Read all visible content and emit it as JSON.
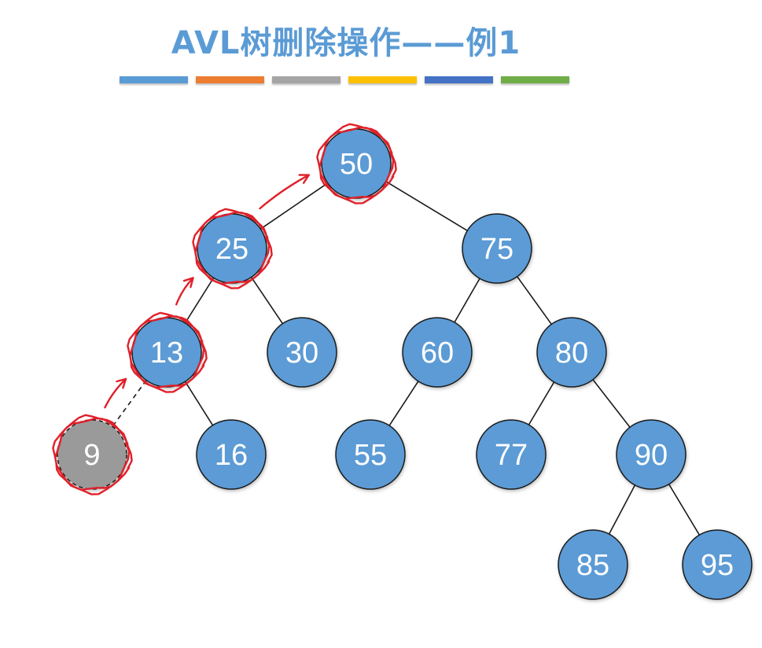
{
  "title": "AVL树删除操作——例1",
  "color_bar": [
    "#5b9bd5",
    "#ed7d31",
    "#a5a5a5",
    "#ffc000",
    "#4472c4",
    "#70ad47"
  ],
  "colors": {
    "node_fill": "#5b9bd5",
    "node_stroke": "#1a1a1a",
    "deleted_fill": "#9a9a9a",
    "node_text": "#ffffff",
    "annotation": "#e0202a",
    "edge": "#1a1a1a"
  },
  "tree": {
    "nodes": [
      {
        "id": "n50",
        "label": "50",
        "circled": true
      },
      {
        "id": "n25",
        "label": "25",
        "circled": true
      },
      {
        "id": "n75",
        "label": "75"
      },
      {
        "id": "n13",
        "label": "13",
        "circled": true
      },
      {
        "id": "n30",
        "label": "30"
      },
      {
        "id": "n60",
        "label": "60"
      },
      {
        "id": "n80",
        "label": "80"
      },
      {
        "id": "n9",
        "label": "9",
        "deleted": true,
        "circled": true
      },
      {
        "id": "n16",
        "label": "16"
      },
      {
        "id": "n55",
        "label": "55"
      },
      {
        "id": "n77",
        "label": "77"
      },
      {
        "id": "n90",
        "label": "90"
      },
      {
        "id": "n85",
        "label": "85"
      },
      {
        "id": "n95",
        "label": "95"
      }
    ],
    "edges": [
      [
        "n50",
        "n25"
      ],
      [
        "n50",
        "n75"
      ],
      [
        "n25",
        "n13"
      ],
      [
        "n25",
        "n30"
      ],
      [
        "n75",
        "n60"
      ],
      [
        "n75",
        "n80"
      ],
      [
        "n13",
        "n9",
        "dashed"
      ],
      [
        "n13",
        "n16"
      ],
      [
        "n60",
        "n55"
      ],
      [
        "n80",
        "n77"
      ],
      [
        "n80",
        "n90"
      ],
      [
        "n90",
        "n85"
      ],
      [
        "n90",
        "n95"
      ]
    ],
    "backtrack_path": [
      "n9",
      "n13",
      "n25",
      "n50"
    ]
  }
}
